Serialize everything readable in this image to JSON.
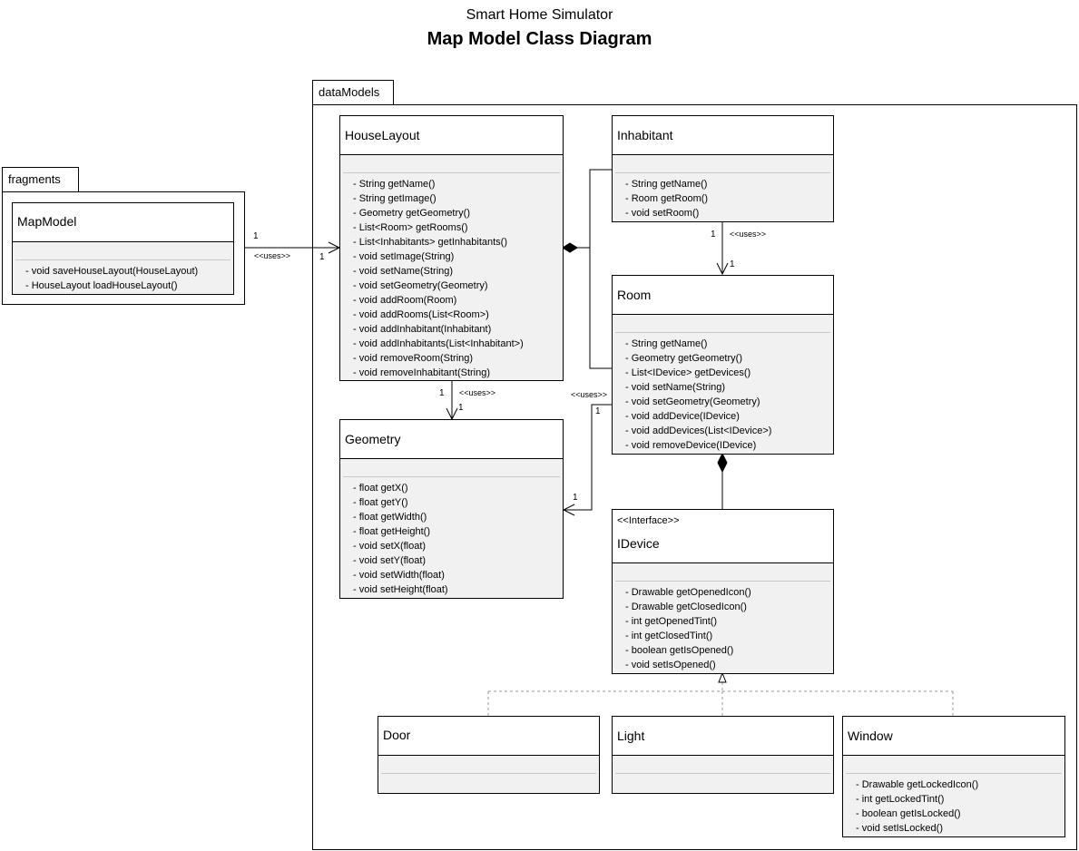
{
  "header": {
    "subtitle": "Smart Home Simulator",
    "title": "Map Model Class Diagram"
  },
  "packages": {
    "fragments": "fragments",
    "dataModels": "dataModels"
  },
  "classes": {
    "mapModel": {
      "name": "MapModel",
      "ops": [
        "- void saveHouseLayout(HouseLayout)",
        "- HouseLayout loadHouseLayout()"
      ]
    },
    "houseLayout": {
      "name": "HouseLayout",
      "ops": [
        "- String getName()",
        "- String getImage()",
        "- Geometry getGeometry()",
        "- List<Room> getRooms()",
        "- List<Inhabitants> getInhabitants()",
        "- void setImage(String)",
        "- void setName(String)",
        "- void setGeometry(Geometry)",
        "- void addRoom(Room)",
        "- void addRooms(List<Room>)",
        "- void addInhabitant(Inhabitant)",
        "- void addInhabitants(List<Inhabitant>)",
        "- void removeRoom(String)",
        "- void removeInhabitant(String)"
      ]
    },
    "inhabitant": {
      "name": "Inhabitant",
      "ops": [
        "- String getName()",
        "- Room getRoom()",
        "- void setRoom()"
      ]
    },
    "room": {
      "name": "Room",
      "ops": [
        "- String getName()",
        "- Geometry getGeometry()",
        "- List<IDevice> getDevices()",
        "- void setName(String)",
        "- void setGeometry(Geometry)",
        "- void addDevice(IDevice)",
        "- void addDevices(List<IDevice>)",
        "- void removeDevice(IDevice)"
      ]
    },
    "geometry": {
      "name": "Geometry",
      "ops": [
        "- float getX()",
        "- float getY()",
        "- float getWidth()",
        "- float getHeight()",
        "- void setX(float)",
        "- void setY(float)",
        "- void setWidth(float)",
        "- void setHeight(float)"
      ]
    },
    "iDevice": {
      "stereotype": "<<Interface>>",
      "name": "IDevice",
      "ops": [
        "- Drawable getOpenedIcon()",
        "- Drawable getClosedIcon()",
        "- int getOpenedTint()",
        "- int getClosedTint()",
        "- boolean getIsOpened()",
        "- void setIsOpened()"
      ]
    },
    "door": {
      "name": "Door",
      "ops": []
    },
    "light": {
      "name": "Light",
      "ops": []
    },
    "window": {
      "name": "Window",
      "ops": [
        "- Drawable getLockedIcon()",
        "- int getLockedTint()",
        "- boolean getIsLocked()",
        "- void setIsLocked()"
      ]
    }
  },
  "relations": {
    "uses": "<<uses>>",
    "one": "1"
  }
}
